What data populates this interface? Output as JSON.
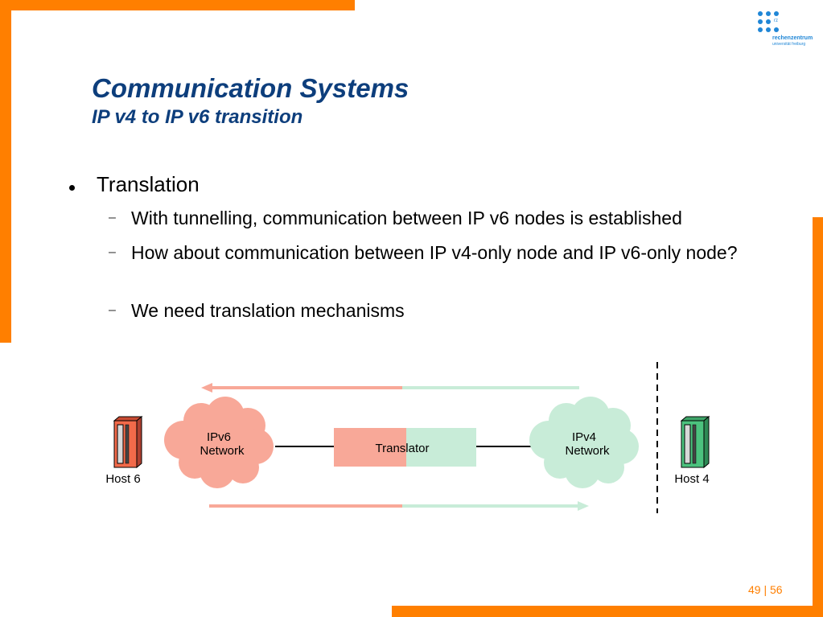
{
  "logo": {
    "rz": "rz",
    "line1": "rechenzentrum",
    "line2": "universität freiburg"
  },
  "slide": {
    "title": "Communication Systems",
    "subtitle": "IP v4 to IP v6 transition"
  },
  "bullets": [
    {
      "text": "Translation",
      "subitems": [
        "With tunnelling, communication between IP v6 nodes is established",
        "How about communication between IP v4-only node and IP v6-only node?",
        "We need translation mechanisms"
      ]
    }
  ],
  "diagram": {
    "host6_label": "Host 6",
    "host4_label": "Host 4",
    "cloud6_line1": "IPv6",
    "cloud6_line2": "Network",
    "cloud4_line1": "IPv4",
    "cloud4_line2": "Network",
    "translator_label": "Translator"
  },
  "page_number": "49 | 56",
  "colors": {
    "accent": "#ff7f00",
    "title": "#0d3e7c",
    "logo": "#1f86d6",
    "ipv6": "#f8a898",
    "ipv4": "#c8ecd8"
  }
}
